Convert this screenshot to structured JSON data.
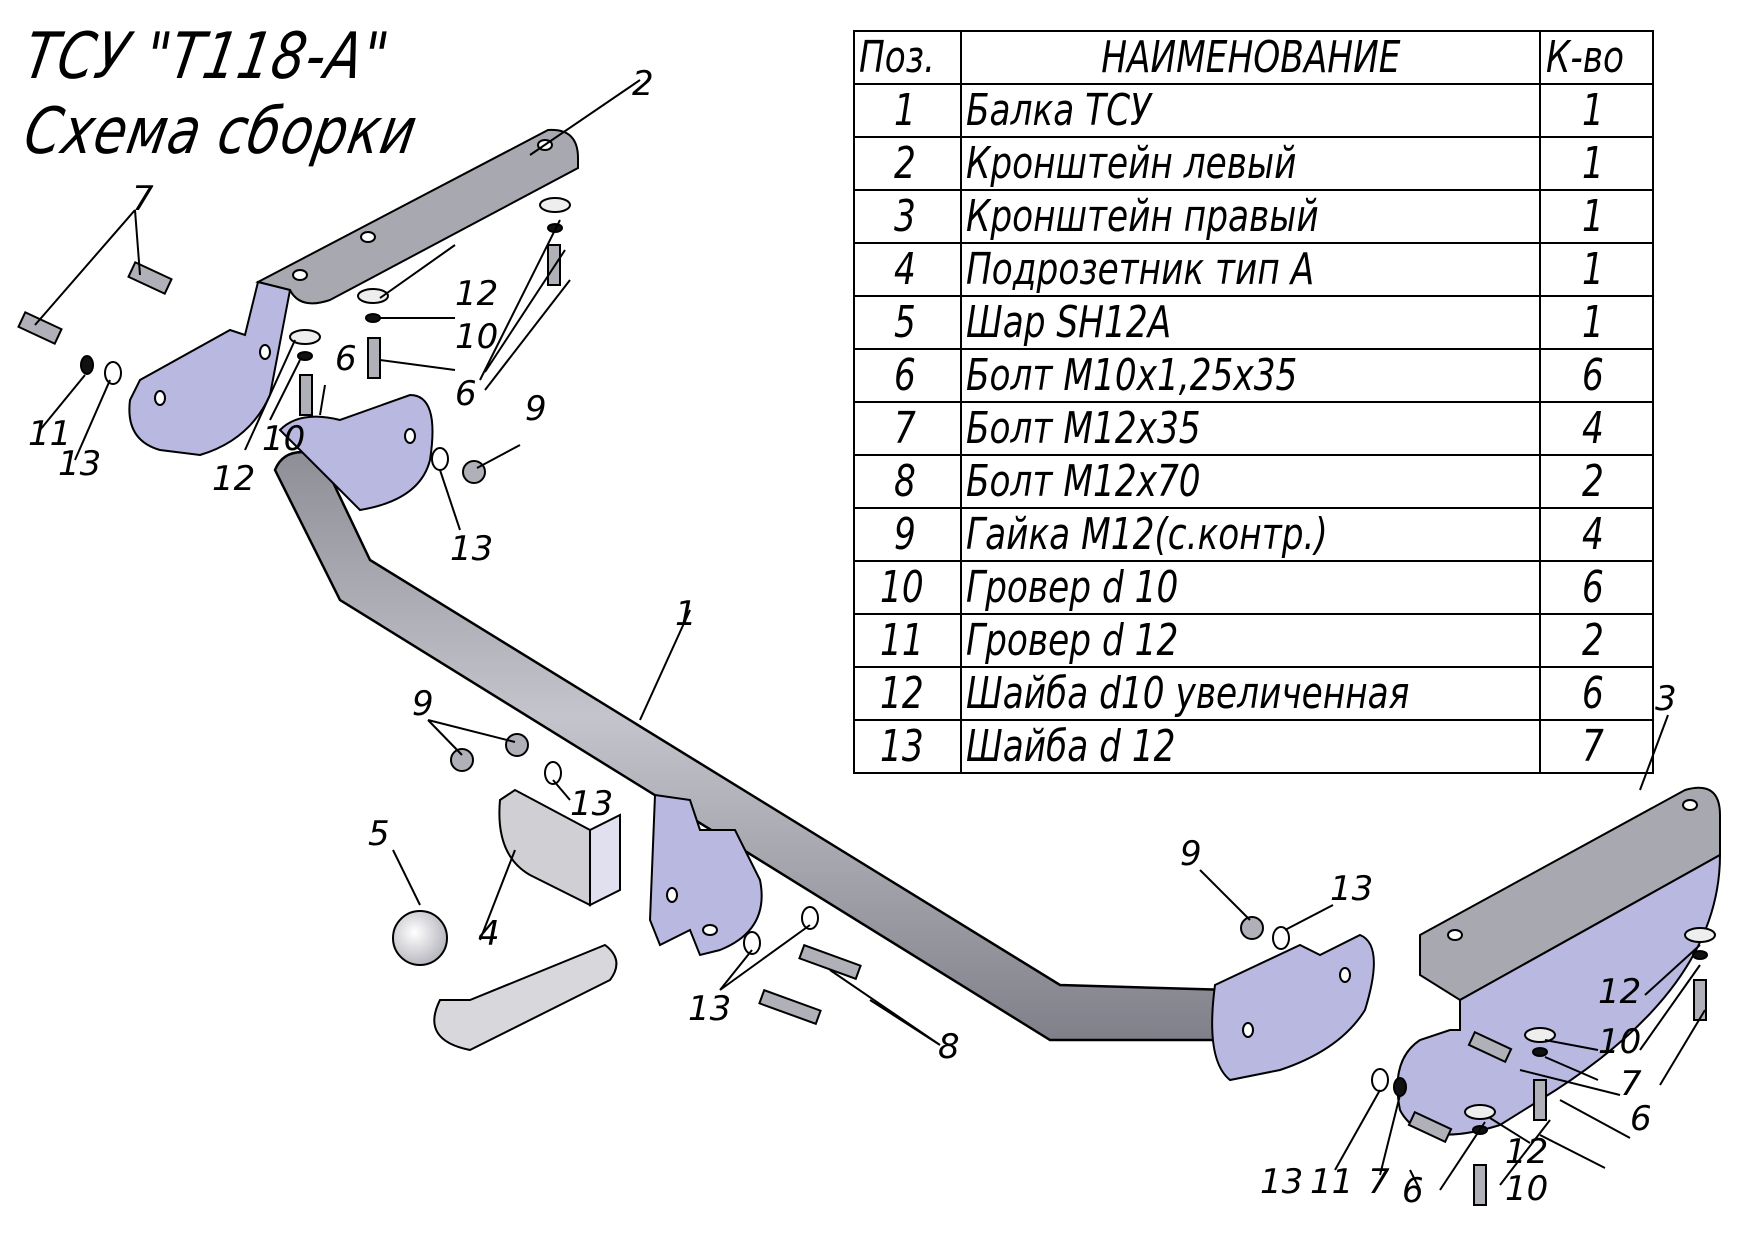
{
  "title": {
    "line1": "ТСУ \"Т118-А\"",
    "line2": "Схема сборки"
  },
  "spec_table": {
    "headers": {
      "pos": "Поз.",
      "name": "НАИМЕНОВАНИЕ",
      "qty": "К-во"
    },
    "rows": [
      {
        "pos": "1",
        "name": "Балка ТСУ",
        "qty": "1"
      },
      {
        "pos": "2",
        "name": "Кронштейн левый",
        "qty": "1"
      },
      {
        "pos": "3",
        "name": "Кронштейн правый",
        "qty": "1"
      },
      {
        "pos": "4",
        "name": "Подрозетник тип А",
        "qty": "1"
      },
      {
        "pos": "5",
        "name": "Шар SH12A",
        "qty": "1"
      },
      {
        "pos": "6",
        "name": "Болт М10х1,25х35",
        "qty": "6"
      },
      {
        "pos": "7",
        "name": "Болт М12х35",
        "qty": "4"
      },
      {
        "pos": "8",
        "name": "Болт М12х70",
        "qty": "2"
      },
      {
        "pos": "9",
        "name": "Гайка М12(с.контр.)",
        "qty": "4"
      },
      {
        "pos": "10",
        "name": "Гровер d 10",
        "qty": "6"
      },
      {
        "pos": "11",
        "name": "Гровер d 12",
        "qty": "2"
      },
      {
        "pos": "12",
        "name": "Шайба d10 увеличенная",
        "qty": "6"
      },
      {
        "pos": "13",
        "name": "Шайба d 12",
        "qty": "7"
      }
    ]
  },
  "callouts": {
    "c1": "1",
    "c2": "2",
    "c3": "3",
    "c4": "4",
    "c5": "5",
    "c6a": "6",
    "c6b": "6",
    "c6c": "6",
    "c6d": "6",
    "c7a": "7",
    "c7b": "7",
    "c7c": "7",
    "c8": "8",
    "c9a": "9",
    "c9b": "9",
    "c9c": "9",
    "c10a": "10",
    "c10b": "10",
    "c10c": "10",
    "c10d": "10",
    "c11a": "11",
    "c11b": "11",
    "c12a": "12",
    "c12b": "12",
    "c12c": "12",
    "c12d": "12",
    "c13a": "13",
    "c13b": "13",
    "c13c": "13",
    "c13d": "13",
    "c13e": "13",
    "c13f": "13"
  },
  "colors": {
    "bracket_fill": "#b8b8e0",
    "steel_fill": "#a8a8b0",
    "plate_fill": "#c8c8cc",
    "line": "#000000"
  }
}
